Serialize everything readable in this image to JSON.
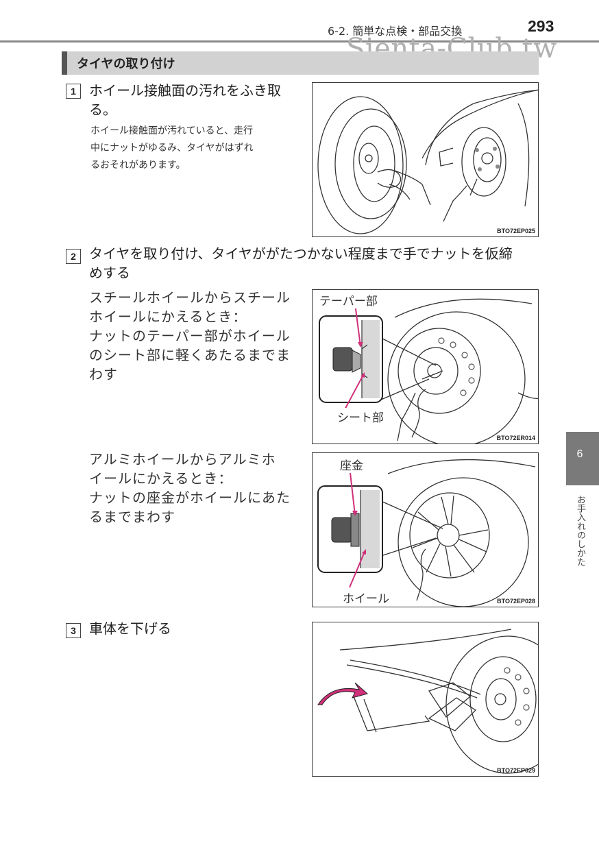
{
  "header": {
    "section": "6-2. 簡単な点検・部品交換",
    "page_number": "293",
    "watermark": "Sienta-Club.tw"
  },
  "section": {
    "title": "タイヤの取り付け"
  },
  "steps": [
    {
      "number": "1",
      "title_lines": [
        "ホイール接触面の汚れをふき取",
        "る。"
      ],
      "note_lines": [
        "ホイール接触面が汚れていると、走行",
        "中にナットがゆるみ、タイヤがはずれ",
        "るおそれがあります。"
      ],
      "figure_code": "BTO72EP025"
    },
    {
      "number": "2",
      "title_lines": [
        "タイヤを取り付け、タイヤががたつかない程度まで手でナットを仮締",
        "めする"
      ],
      "cases": [
        {
          "lines": [
            "スチールホイールからスチール",
            "ホイールにかえるとき：",
            "ナットのテーパー部がホイール",
            "のシート部に軽くあたるまでま",
            "わす"
          ],
          "labels": [
            "テーパー部",
            "シート部"
          ],
          "figure_code": "BTO72ER014"
        },
        {
          "lines": [
            "アルミホイールからアルミホ",
            "イールにかえるとき：",
            "ナットの座金がホイールにあた",
            "るまでまわす"
          ],
          "labels": [
            "座金",
            "ホイール"
          ],
          "figure_code": "BTO72EP028"
        }
      ]
    },
    {
      "number": "3",
      "title_lines": [
        "車体を下げる"
      ],
      "figure_code": "BTO72EP029"
    }
  ],
  "chapter_tab": {
    "number": "6",
    "title": "お手入れのしかた"
  }
}
